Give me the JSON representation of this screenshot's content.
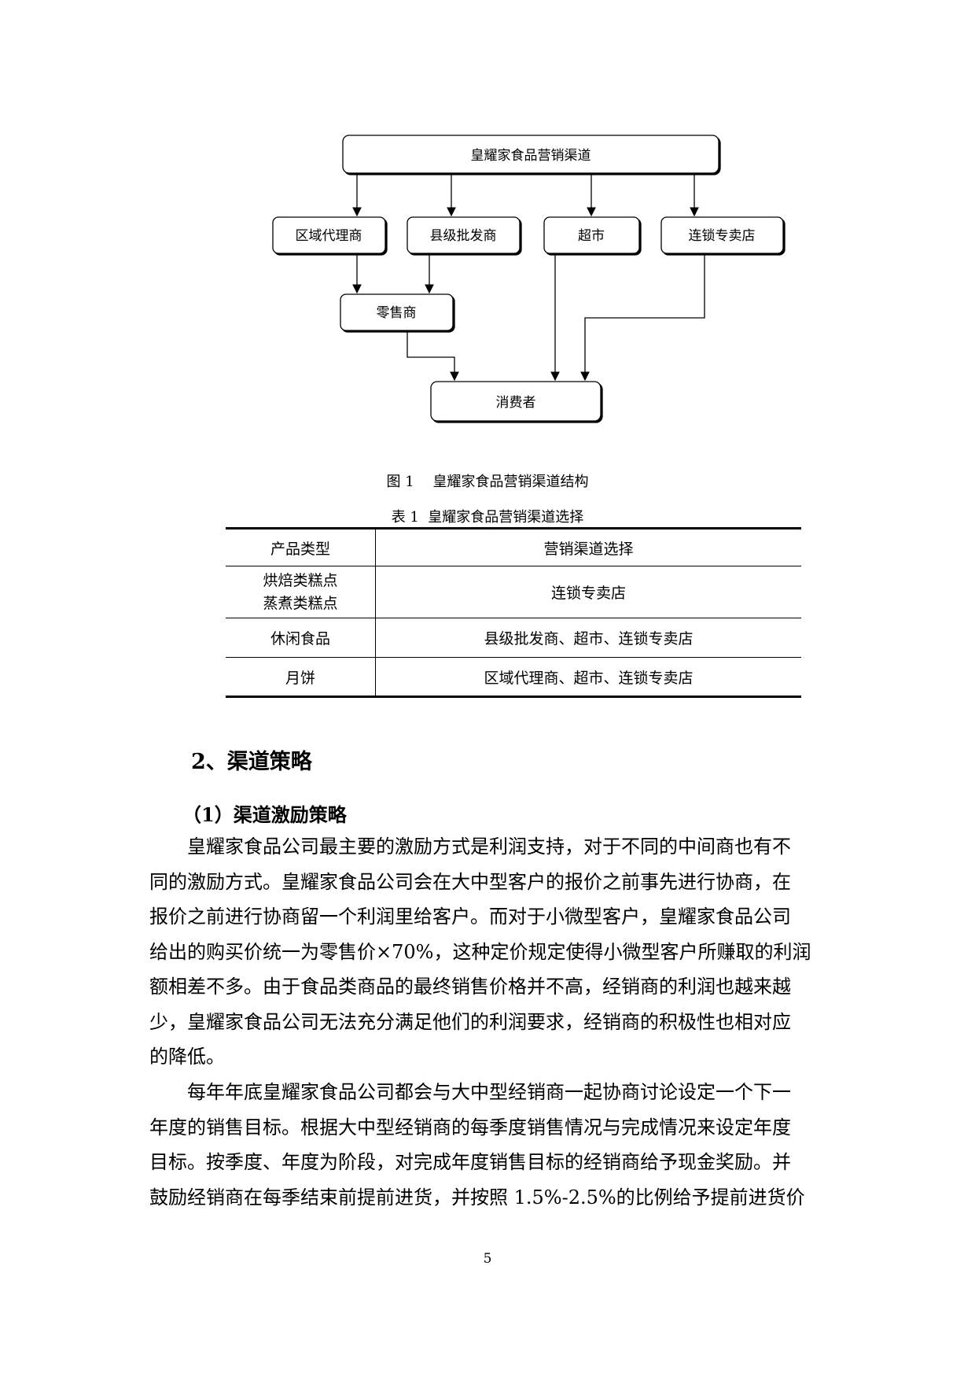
{
  "diagram": {
    "top": "皇耀家食品营销渠道",
    "middle": [
      "区域代理商",
      "县级批发商",
      "超市",
      "连锁专卖店"
    ],
    "retailer": "零售商",
    "consumer": "消费者"
  },
  "figure_caption": "图 1　 皇耀家食品营销渠道结构",
  "table_caption": "表 1  皇耀家食品营销渠道选择",
  "table": {
    "headers": [
      "产品类型",
      "营销渠道选择"
    ],
    "rows": [
      {
        "type_lines": [
          "烘焙类糕点",
          "蒸煮类糕点"
        ],
        "channel": "连锁专卖店"
      },
      {
        "type_lines": [
          "休闲食品"
        ],
        "channel": "县级批发商、超市、连锁专卖店"
      },
      {
        "type_lines": [
          "月饼"
        ],
        "channel": "区域代理商、超市、连锁专卖店"
      }
    ]
  },
  "section_heading": "2、渠道策略",
  "subsection_heading": "（1）渠道激励策略",
  "paragraph1": [
    "　　皇耀家食品公司最主要的激励方式是利润支持，对于不同的中间商也有不",
    "同的激励方式。皇耀家食品公司会在大中型客户的报价之前事先进行协商，在",
    "报价之前进行协商留一个利润里给客户。而对于小微型客户，皇耀家食品公司",
    "给出的购买价统一为零售价×70%，这种定价规定使得小微型客户所赚取的利润",
    "额相差不多。由于食品类商品的最终销售价格并不高，经销商的利润也越来越",
    "少，皇耀家食品公司无法充分满足他们的利润要求，经销商的积极性也相对应",
    "的降低。"
  ],
  "paragraph2": [
    "　　每年年底皇耀家食品公司都会与大中型经销商一起协商讨论设定一个下一",
    "年度的销售目标。根据大中型经销商的每季度销售情况与完成情况来设定年度",
    "目标。按季度、年度为阶段，对完成年度销售目标的经销商给予现金奖励。并",
    "鼓励经销商在每季结束前提前进货，并按照 1.5%-2.5%的比例给予提前进货价"
  ],
  "page_number": "5"
}
